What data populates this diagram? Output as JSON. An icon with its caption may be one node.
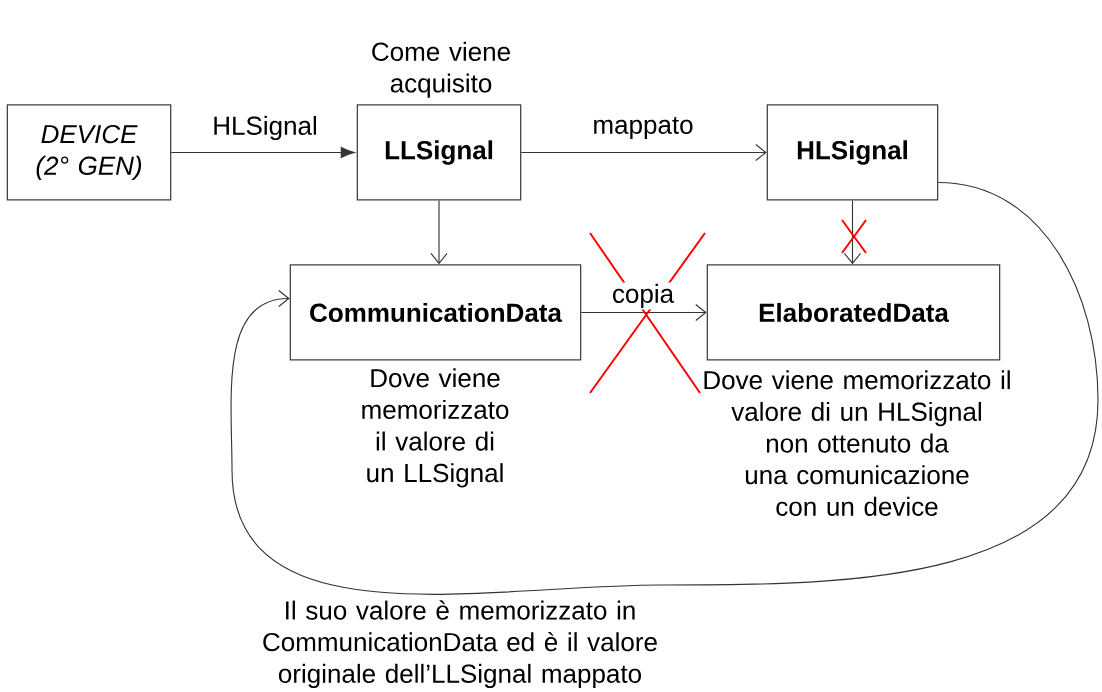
{
  "diagram": {
    "nodes": [
      {
        "text": [
          "DEVICE (2° GEN)"
        ]
      },
      {
        "text": [
          "LLSignal"
        ],
        "beside": [
          "Come viene acquisito"
        ]
      },
      {
        "text": [
          "HLSignal"
        ]
      },
      {
        "text": [
          "CommunicationData"
        ],
        "beside": [
          "Dove viene memorizzato il valore di un LLSignal"
        ]
      },
      {
        "text": [
          "ElaboratedData"
        ],
        "beside": [
          "Dove viene memorizzato il valore di un HLSignal non ottenuto da una comunicazione con un device"
        ]
      }
    ],
    "edges": [
      {
        "from": 0,
        "to": 1,
        "arrow": "to",
        "label": "HLSignal"
      },
      {
        "from": 1,
        "to": 2,
        "arrow": "to",
        "label": "mappato"
      },
      {
        "from": 1,
        "to": 3,
        "arrow": "to"
      },
      {
        "from": 2,
        "to": 4,
        "arrow": "to"
      },
      {
        "from": 3,
        "to": 4,
        "arrow": "to",
        "label": "copia"
      },
      {
        "from": 2,
        "to": 3,
        "arrow": "to"
      }
    ],
    "labels": [
      "Il suo valore è memorizzato in CommunicationData ed è il valore originale dell’LLSignal mappato"
    ]
  }
}
